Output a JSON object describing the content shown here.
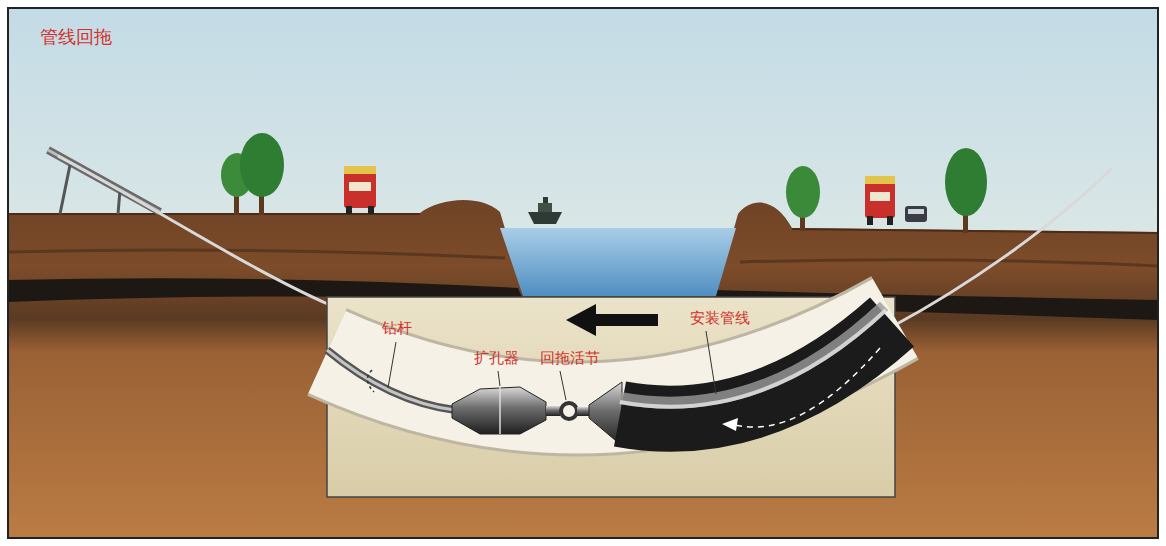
{
  "diagram": {
    "title": "管线回拖",
    "labels": [
      "钻杆",
      "扩孔器",
      "回拖活节",
      "安装管线"
    ]
  }
}
